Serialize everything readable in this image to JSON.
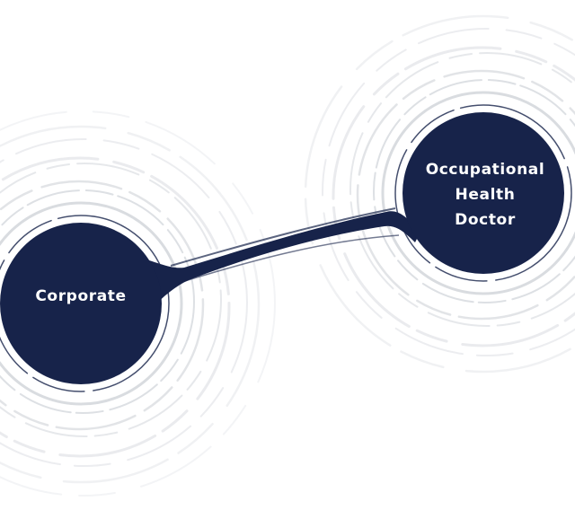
{
  "diagram": {
    "nodes": [
      {
        "id": "corporate",
        "label_lines": [
          "Corporate"
        ]
      },
      {
        "id": "occupational-health-doctor",
        "label_lines": [
          "Occupational",
          "Health",
          "Doctor"
        ]
      }
    ],
    "connection": {
      "from": "corporate",
      "to": "occupational-health-doctor"
    },
    "colors": {
      "node_fill": "#17234a",
      "ring_stroke": "#d5d8dd",
      "label_text": "#ffffff"
    }
  }
}
